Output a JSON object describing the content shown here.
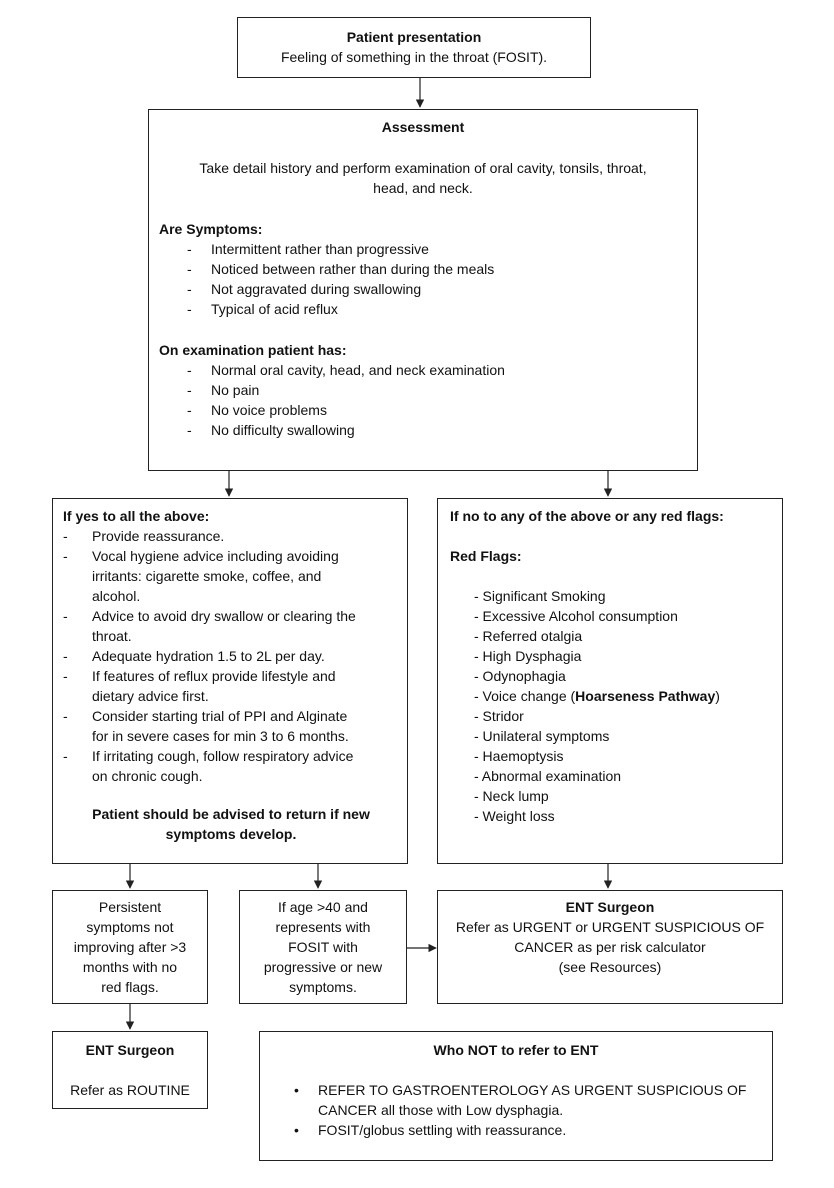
{
  "presentation": {
    "title": "Patient presentation",
    "text": "Feeling of something in the throat (FOSIT)."
  },
  "assessment": {
    "title": "Assessment",
    "intro_line1": "Take detail history and perform examination of oral cavity, tonsils, throat,",
    "intro_line2": "head, and neck.",
    "symptoms_heading": "Are Symptoms:",
    "symptoms": [
      "Intermittent rather than progressive",
      "Noticed between rather than during the meals",
      "Not aggravated during swallowing",
      "Typical of acid reflux"
    ],
    "exam_heading": "On examination patient has:",
    "exam": [
      "Normal oral cavity, head, and neck examination",
      "No pain",
      "No voice problems",
      "No difficulty swallowing"
    ]
  },
  "yes_box": {
    "heading": "If yes to all the above:",
    "items": [
      [
        "Provide reassurance."
      ],
      [
        "Vocal hygiene advice including avoiding",
        "irritants: cigarette smoke, coffee, and",
        "alcohol."
      ],
      [
        "Advice to avoid dry swallow or clearing the",
        "throat."
      ],
      [
        "Adequate hydration 1.5 to 2L per day."
      ],
      [
        "If features of reflux provide lifestyle and",
        "dietary advice first."
      ],
      [
        "Consider starting trial of PPI and Alginate",
        "for in severe cases for min 3 to 6 months."
      ],
      [
        "If irritating cough, follow respiratory advice",
        "on chronic cough."
      ]
    ],
    "footer_line1": "Patient should be advised to return if new",
    "footer_line2": "symptoms develop."
  },
  "no_box": {
    "heading": "If no to any of the above or any red flags:",
    "red_flags_heading": "Red Flags:",
    "flags": [
      "- Significant Smoking",
      "- Excessive Alcohol consumption",
      "- Referred otalgia",
      "- High Dysphagia",
      "- Odynophagia",
      "- Voice change (",
      "- Stridor",
      "- Unilateral symptoms",
      "- Haemoptysis",
      "- Abnormal examination",
      "- Neck lump",
      "- Weight loss"
    ],
    "voice_change_link": "Hoarseness Pathway",
    "voice_change_suffix": ")"
  },
  "persistent_box": {
    "lines": [
      "Persistent",
      "symptoms not",
      "improving after >3",
      "months with no",
      "red flags."
    ]
  },
  "age_box": {
    "lines": [
      "If age >40 and",
      "represents with",
      "FOSIT with",
      "progressive or new",
      "symptoms."
    ]
  },
  "ent_urgent": {
    "title": "ENT Surgeon",
    "lines": [
      "Refer as URGENT or URGENT SUSPICIOUS OF",
      "CANCER as per risk calculator",
      "(see Resources)"
    ]
  },
  "ent_routine": {
    "title": "ENT Surgeon",
    "text": "Refer as ROUTINE"
  },
  "not_refer": {
    "title": "Who NOT to refer to ENT",
    "items": [
      [
        "REFER TO GASTROENTEROLOGY AS URGENT SUSPICIOUS OF",
        "CANCER all those with Low dysphagia."
      ],
      [
        "FOSIT/globus settling with reassurance."
      ]
    ]
  }
}
